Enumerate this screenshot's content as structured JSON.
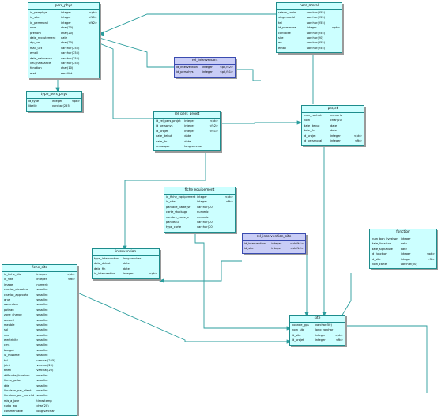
{
  "entities": {
    "pers_phys": {
      "title": "pers_phys",
      "rows": [
        [
          "id_persphys",
          "integer",
          "<pk>"
        ],
        [
          "id_site",
          "integer",
          "<fk1>"
        ],
        [
          "id_persmoral",
          "integer",
          "<fk2>"
        ],
        [
          "nom",
          "char(20)",
          ""
        ],
        [
          "prenom",
          "char(20)",
          ""
        ],
        [
          "date_recrutement",
          "date",
          ""
        ],
        [
          "dip_pro",
          "char(20)",
          ""
        ],
        [
          "mail_uct",
          "varchar(255)",
          ""
        ],
        [
          "email",
          "varchar(255)",
          ""
        ],
        [
          "date_naissance",
          "varchar(255)",
          ""
        ],
        [
          "lieu_naissance",
          "varchar(255)",
          ""
        ],
        [
          "fonction",
          "char(10)",
          ""
        ],
        [
          "etat",
          "smallint",
          ""
        ]
      ]
    },
    "pers_moral": {
      "title": "pers_moral",
      "rows": [
        [
          "raison_social",
          "varchar(255)",
          ""
        ],
        [
          "siege-social",
          "varchar(255)",
          ""
        ],
        [
          "tel",
          "varchar(255)",
          ""
        ],
        [
          "id_persmoral",
          "integer",
          "<pk>"
        ],
        [
          "contacte",
          "varchar(255)",
          ""
        ],
        [
          "site",
          "varchar(20)",
          ""
        ],
        [
          "eu",
          "varchar(255)",
          ""
        ],
        [
          "email",
          "varchar(255)",
          ""
        ]
      ]
    },
    "type_pers_phys": {
      "title": "type_pers_phys",
      "rows": [
        [
          "id_type",
          "integer",
          "<pk>"
        ],
        [
          "libelle",
          "varchar(255)",
          ""
        ]
      ]
    },
    "rel_intervenant": {
      "title": "rel_intervenant",
      "rows": [
        [
          "id_intervention",
          "integer",
          "<pk,fk2>"
        ],
        [
          "id_persphys",
          "integer",
          "<pk,fk1>"
        ]
      ]
    },
    "rel_pers_projet": {
      "title": "rel_pers_projet",
      "rows": [
        [
          "id_rel_pers_projet",
          "integer",
          "<pk>"
        ],
        [
          "id_persphys",
          "integer",
          "<fk2>"
        ],
        [
          "id_projet",
          "integer",
          "<fk1>"
        ],
        [
          "date_debut",
          "date",
          ""
        ],
        [
          "date_fin",
          "date",
          ""
        ],
        [
          "remarque",
          "long varchar",
          ""
        ]
      ]
    },
    "projet": {
      "title": "projet",
      "rows": [
        [
          "num_contrat",
          "numeric",
          ""
        ],
        [
          "nom",
          "char(20)",
          ""
        ],
        [
          "date_debut",
          "date",
          ""
        ],
        [
          "date_fin",
          "date",
          ""
        ],
        [
          "id_projet",
          "integer",
          "<pk>"
        ],
        [
          "id_persmoral",
          "integer",
          "<fk>"
        ]
      ]
    },
    "fiche_equipement": {
      "title": "fiche equipement",
      "rows": [
        [
          "id_fiche_equipement",
          "integer",
          "<pk>"
        ],
        [
          "id_site",
          "integer",
          "<fk>"
        ],
        [
          "panface_carte_sf",
          "varchar(20)",
          ""
        ],
        [
          "carte_stockage",
          "numeric",
          ""
        ],
        [
          "nombre_carte_s",
          "numeric",
          ""
        ],
        [
          "panneau",
          "varchar(20)",
          ""
        ],
        [
          "type_carte",
          "varchar(20)",
          ""
        ]
      ]
    },
    "rel_intervention_site": {
      "title": "rel_intervention_site",
      "rows": [
        [
          "id_intervention",
          "integer",
          "<pk,fk1>"
        ],
        [
          "id_site",
          "integer",
          "<pk,fk2>"
        ]
      ]
    },
    "fonction": {
      "title": "fonction",
      "rows": [
        [
          "num_bon_livraison",
          "integer",
          ""
        ],
        [
          "date_livraison",
          "date",
          ""
        ],
        [
          "date_signature",
          "date",
          ""
        ],
        [
          "id_fonction",
          "integer",
          "<pk>"
        ],
        [
          "id_site",
          "integer",
          "<fk>"
        ],
        [
          "nom_carte",
          "varchar(50)",
          ""
        ]
      ]
    },
    "fiche_site": {
      "title": "fiche_site",
      "rows": [
        [
          "id_fiche_site",
          "integer",
          "<pk>"
        ],
        [
          "id_site",
          "integer",
          "<fk>"
        ],
        [
          "image",
          "numeric",
          ""
        ],
        [
          "chariot_elevateur",
          "smallint",
          ""
        ],
        [
          "chariot_approche",
          "smallint",
          ""
        ],
        [
          "grue",
          "smallint",
          ""
        ],
        [
          "ascendeur",
          "smallint",
          ""
        ],
        [
          "poteau",
          "smallint",
          ""
        ],
        [
          "zone_charge",
          "smallint",
          ""
        ],
        [
          "accueil",
          "smallint",
          ""
        ],
        [
          "meuble",
          "smallint",
          ""
        ],
        [
          "sol",
          "smallint",
          ""
        ],
        [
          "mur",
          "smallint",
          ""
        ],
        [
          "electricite",
          "smallint",
          ""
        ],
        [
          "cms",
          "smallint",
          ""
        ],
        [
          "budget",
          "smallint",
          ""
        ],
        [
          "ui_rhizome",
          "smallint",
          ""
        ],
        [
          "tel",
          "varchar(255)",
          ""
        ],
        [
          "joint",
          "varchar(20)",
          ""
        ],
        [
          "tmsn",
          "varchar(20)",
          ""
        ],
        [
          "difficulte_livraison",
          "smallint",
          ""
        ],
        [
          "livres_gellos",
          "smallint",
          ""
        ],
        [
          "dde",
          "smallint",
          ""
        ],
        [
          "livraison_par_client",
          "smallint",
          ""
        ],
        [
          "livraison_par_marchd",
          "smallint",
          ""
        ],
        [
          "mis_a_jour",
          "timestamp",
          ""
        ],
        [
          "radio_wo",
          "char(20)",
          ""
        ],
        [
          "commentaire",
          "long varchar",
          ""
        ]
      ]
    },
    "intervention": {
      "title": "intervention",
      "rows": [
        [
          "type_intervention",
          "long varchar",
          ""
        ],
        [
          "date_debut",
          "date",
          ""
        ],
        [
          "date_fin",
          "date",
          ""
        ],
        [
          "id_intervention",
          "integer",
          "<pk>"
        ]
      ]
    },
    "site": {
      "title": "site",
      "rows": [
        [
          "donnee_gps",
          "varchar(50)",
          ""
        ],
        [
          "nom_site",
          "long varchar",
          ""
        ],
        [
          "id_site",
          "integer",
          "<pk>"
        ],
        [
          "id_projet",
          "integer",
          "<fk>"
        ]
      ]
    }
  }
}
